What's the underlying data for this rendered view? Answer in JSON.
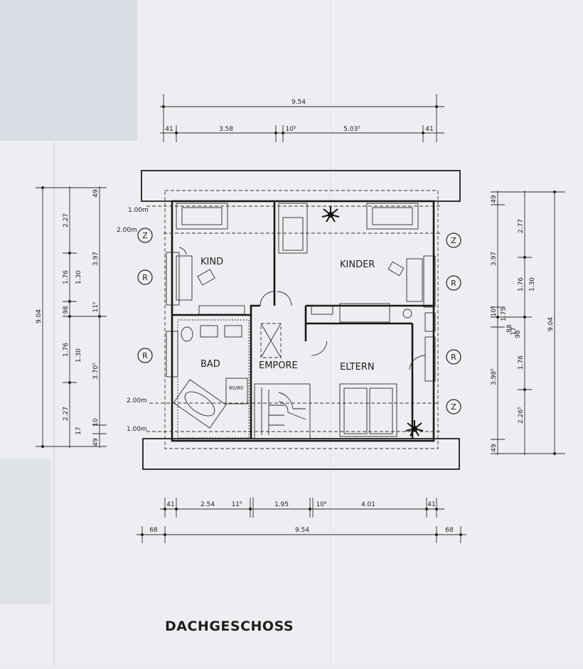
{
  "title": "DACHGESCHOSS",
  "rooms": {
    "kind": "KIND",
    "kinder": "KINDER",
    "bad": "BAD",
    "empore": "EMPORE",
    "eltern": "ELTERN"
  },
  "shower_label": "80/80",
  "heights": {
    "h1_top": "1.00m",
    "h2_top": "2.00m",
    "h2_bottom": "2.00m",
    "h1_bottom": "1.00m"
  },
  "markers": {
    "z": "Z",
    "r": "R"
  },
  "dim_top": {
    "total": "9.54",
    "a": "41",
    "b": "3.58",
    "c": "10⁵",
    "d": "5.03⁵",
    "e": "41"
  },
  "dim_bottom": {
    "a": "41",
    "b": "2.54",
    "c": "11⁵",
    "d": "1.95",
    "e": "10⁵",
    "f": "4.01",
    "g": "41",
    "h": "68",
    "total": "9.54",
    "i": "68"
  },
  "dim_left": {
    "total": "9.04",
    "a": "2.27",
    "b": "1.76",
    "c": "98",
    "d": "1.76",
    "e": "2.27",
    "f": "49",
    "g": "3.97",
    "h": "1.30",
    "i": "11⁵",
    "j": "1.30",
    "k": "3.70⁵",
    "l": "10",
    "m": "17",
    "n": "49"
  },
  "dim_right": {
    "a": "49",
    "b": "2.77",
    "c": "3.97",
    "d": "1.76",
    "e": "1.30",
    "f": "10⁵",
    "g": "1.75",
    "h": "3.98⁵",
    "i": "1.76",
    "j": "2.26⁵",
    "k": "49",
    "total": "9.04",
    "l": "88",
    "m": "17",
    "n": "98"
  }
}
